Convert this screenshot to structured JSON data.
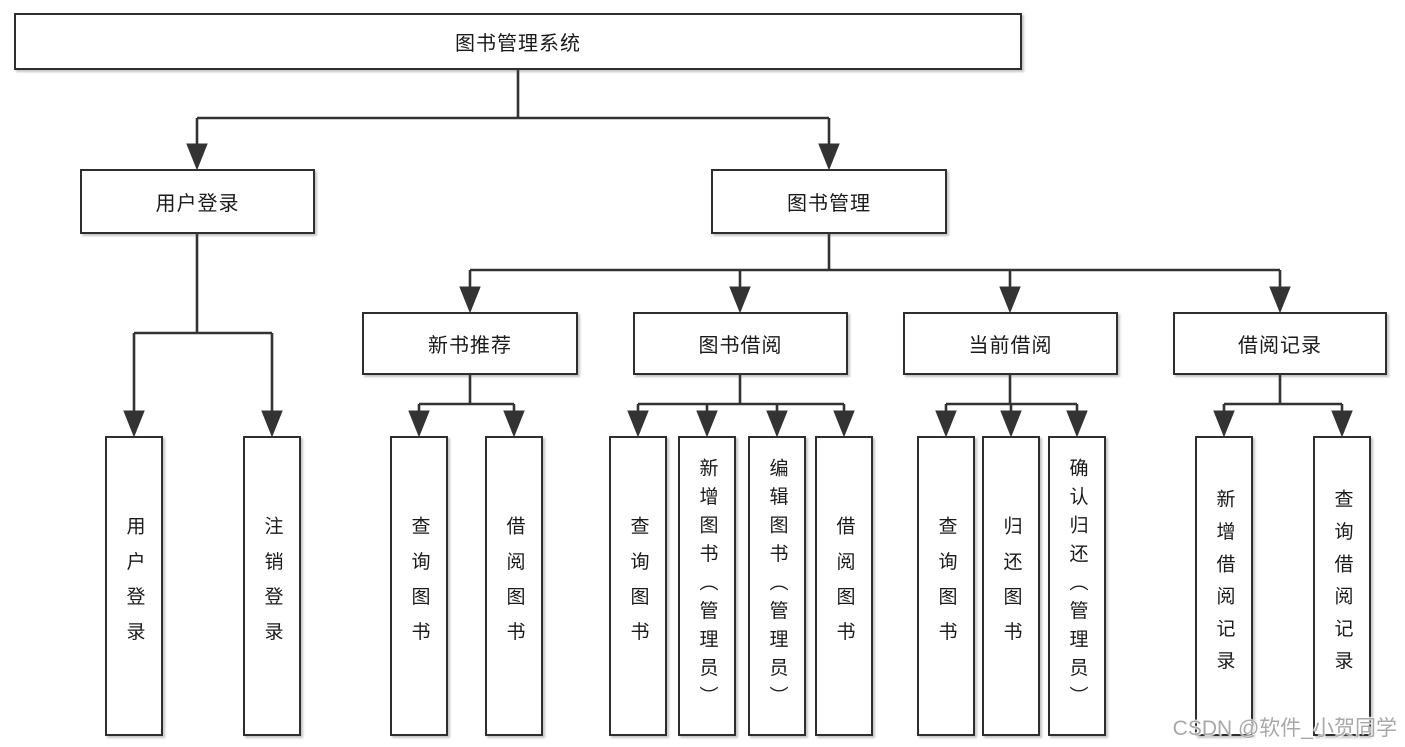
{
  "diagram_title": "图书管理系统",
  "colors": {
    "line": "#333333",
    "box_border": "#2e2e2e",
    "box_fill": "#ffffff",
    "text": "#1a1a1a",
    "watermark": "#a8a8a8"
  },
  "watermark": {
    "text": "CSDN @软件_小贺同学"
  },
  "tree": {
    "root": {
      "label": "图书管理系统"
    },
    "branches": [
      {
        "label": "用户登录",
        "children": [
          {
            "label": "用户登录"
          },
          {
            "label": "注销登录"
          }
        ]
      },
      {
        "label": "图书管理",
        "children": [
          {
            "label": "新书推荐",
            "children": [
              {
                "label": "查询图书"
              },
              {
                "label": "借阅图书"
              }
            ]
          },
          {
            "label": "图书借阅",
            "children": [
              {
                "label": "查询图书"
              },
              {
                "label": "新增图书（管理员）"
              },
              {
                "label": "编辑图书（管理员）"
              },
              {
                "label": "借阅图书"
              }
            ]
          },
          {
            "label": "当前借阅",
            "children": [
              {
                "label": "查询图书"
              },
              {
                "label": "归还图书"
              },
              {
                "label": "确认归还（管理员）"
              }
            ]
          },
          {
            "label": "借阅记录",
            "children": [
              {
                "label": "新增借阅记录"
              },
              {
                "label": "查询借阅记录"
              }
            ]
          }
        ]
      }
    ]
  }
}
